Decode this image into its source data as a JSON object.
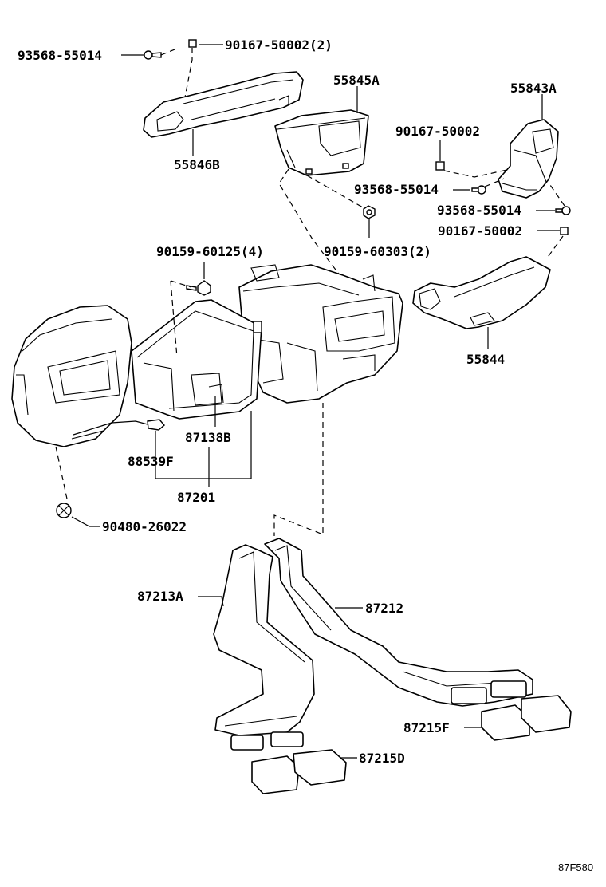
{
  "labels": {
    "p93568_55014_a": "93568-55014",
    "p90167_50002_2": "90167-50002(2)",
    "p55845A": "55845A",
    "p55843A": "55843A",
    "p90167_50002_a": "90167-50002",
    "p55846B": "55846B",
    "p93568_55014_b": "93568-55014",
    "p93568_55014_c": "93568-55014",
    "p90167_50002_b": "90167-50002",
    "p90159_60125_4": "90159-60125(4)",
    "p90159_60303_2": "90159-60303(2)",
    "p55844": "55844",
    "p87138B": "87138B",
    "p88539F": "88539F",
    "p87201": "87201",
    "p90480_26022": "90480-26022",
    "p87213A": "87213A",
    "p87212": "87212",
    "p87215F": "87215F",
    "p87215D": "87215D"
  },
  "diagram_code": "87F580"
}
